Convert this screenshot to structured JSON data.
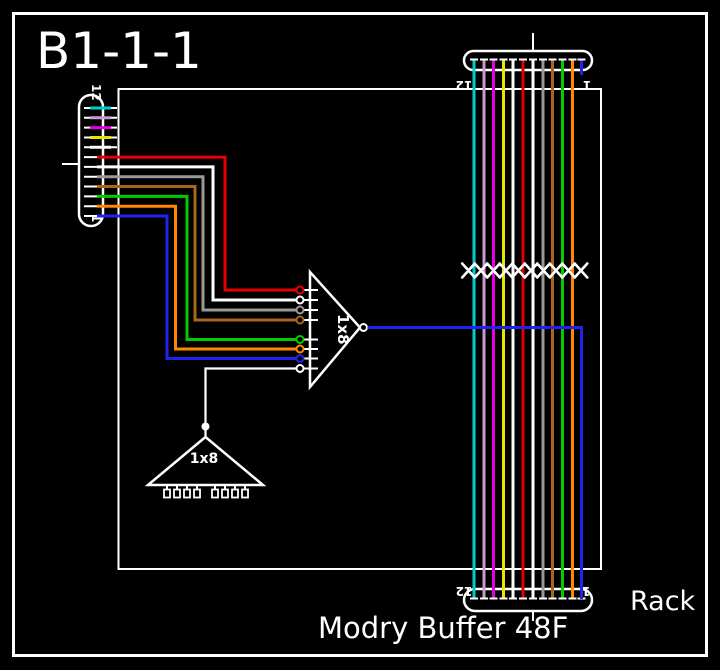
{
  "title": "B1-1-1",
  "labels": {
    "module": "Modry Buffer 48F",
    "rack": "Rack"
  },
  "left_connector": {
    "top_pin": "12",
    "bottom_pin": "1"
  },
  "top_connector": {
    "left_pin": "12",
    "right_pin": "1"
  },
  "bottom_connector": {
    "left_pin": "12",
    "right_pin": "1"
  },
  "buffer": {
    "label": "1x8"
  },
  "splitter": {
    "label": "1x8"
  },
  "palette": {
    "background": "#000000",
    "line": "#FFFFFF",
    "cyan": "#00CCCC",
    "plum": "#CC99CC",
    "magenta": "#E600E6",
    "yellow": "#E6E600",
    "white": "#FFFFFF",
    "red": "#E60000",
    "gray": "#999999",
    "brown": "#AA6619",
    "green": "#00CC00",
    "orange": "#FF8800",
    "blue": "#2222EE"
  }
}
